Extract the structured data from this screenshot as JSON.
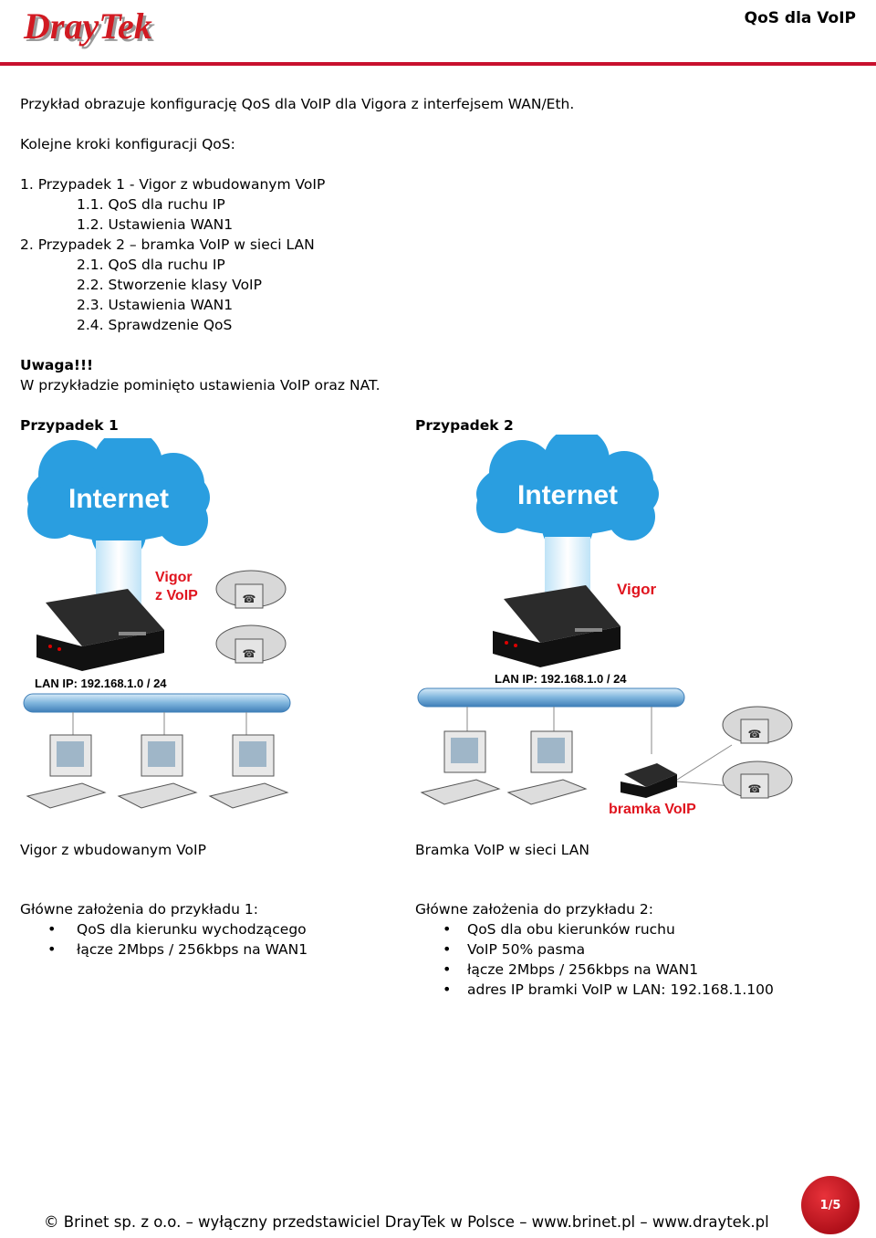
{
  "header": {
    "logo_text": "DrayTek",
    "doc_title": "QoS dla VoIP"
  },
  "intro": "Przykład obrazuje konfigurację QoS dla VoIP dla Vigora z interfejsem WAN/Eth.",
  "steps_title": "Kolejne kroki konfiguracji QoS:",
  "steps": [
    {
      "text": "1. Przypadek 1 - Vigor z wbudowanym VoIP",
      "level": 1
    },
    {
      "text": "1.1. QoS dla ruchu IP",
      "level": 2
    },
    {
      "text": "1.2. Ustawienia WAN1",
      "level": 2
    },
    {
      "text": "2. Przypadek 2 – bramka VoIP w sieci LAN",
      "level": 1
    },
    {
      "text": "2.1. QoS dla ruchu IP",
      "level": 2
    },
    {
      "text": "2.2. Stworzenie klasy VoIP",
      "level": 2
    },
    {
      "text": "2.3. Ustawienia WAN1",
      "level": 2
    },
    {
      "text": "2.4. Sprawdzenie QoS",
      "level": 2
    }
  ],
  "warning": {
    "title": "Uwaga!!!",
    "text": "W przykładzie pominięto ustawienia VoIP oraz NAT."
  },
  "case1": {
    "heading": "Przypadek 1",
    "diagram": {
      "cloud_label": "Internet",
      "router_label_line1": "Vigor",
      "router_label_line2": "z VoIP",
      "lan_label": "LAN IP: 192.168.1.0 / 24"
    },
    "caption": "Vigor z wbudowanym VoIP",
    "assumptions_title": "Główne założenia do przykładu 1:",
    "assumptions": [
      "QoS dla kierunku wychodzącego",
      "łącze 2Mbps / 256kbps na WAN1"
    ]
  },
  "case2": {
    "heading": "Przypadek 2",
    "diagram": {
      "cloud_label": "Internet",
      "router_label": "Vigor",
      "lan_label": "LAN IP: 192.168.1.0 / 24",
      "gateway_label": "bramka VoIP"
    },
    "caption": "Bramka VoIP w sieci LAN",
    "assumptions_title": "Główne założenia do przykładu 2:",
    "assumptions": [
      "QoS dla obu kierunków ruchu",
      "VoIP 50% pasma",
      "łącze 2Mbps / 256kbps na WAN1",
      "adres IP bramki VoIP w LAN: 192.168.1.100"
    ]
  },
  "footer": {
    "text": "© Brinet sp. z o.o. – wyłączny przedstawiciel DrayTek w Polsce – www.brinet.pl – www.draytek.pl",
    "page": "1/5"
  },
  "colors": {
    "brand_red": "#c8102e",
    "cloud_blue": "#2a9ee0",
    "lan_tube": "#6aa8d8",
    "label_red": "#e0141e"
  }
}
